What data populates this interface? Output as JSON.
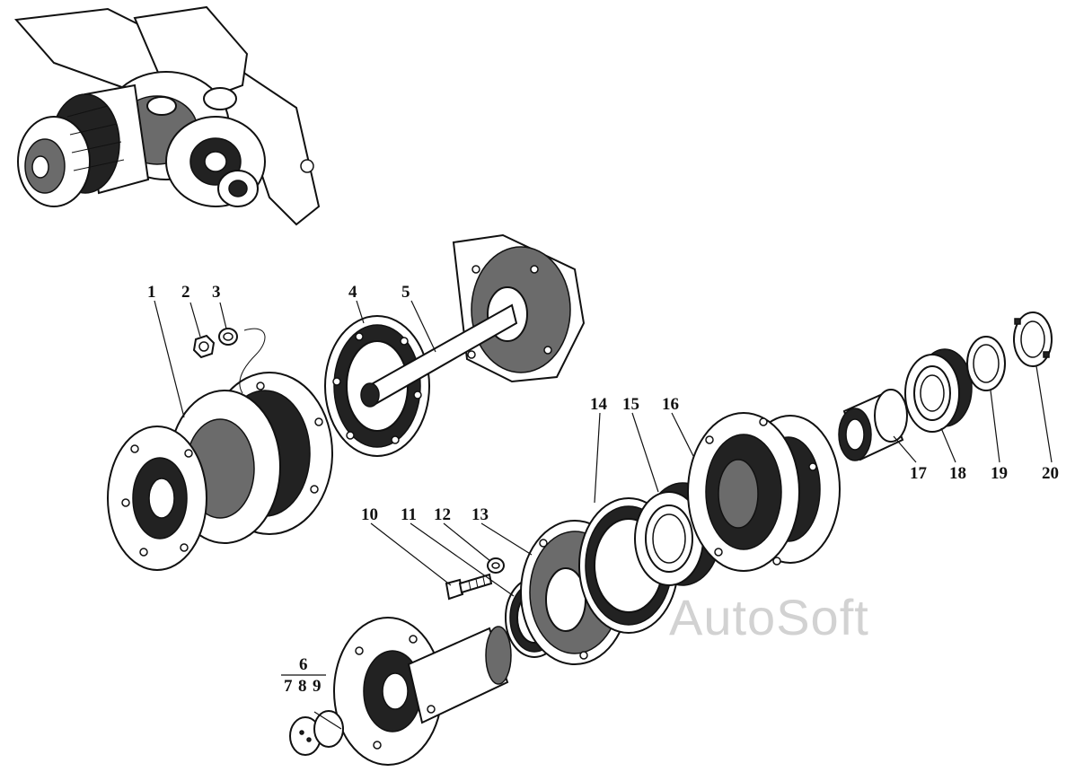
{
  "figure": {
    "watermark": "AutoSoft",
    "callouts": [
      "1",
      "2",
      "3",
      "4",
      "5",
      "6",
      "7",
      "8",
      "9",
      "10",
      "11",
      "12",
      "13",
      "14",
      "15",
      "16",
      "17",
      "18",
      "19",
      "20"
    ],
    "group_label": {
      "top": "6",
      "bottom": [
        "7",
        "8",
        "9"
      ]
    }
  }
}
